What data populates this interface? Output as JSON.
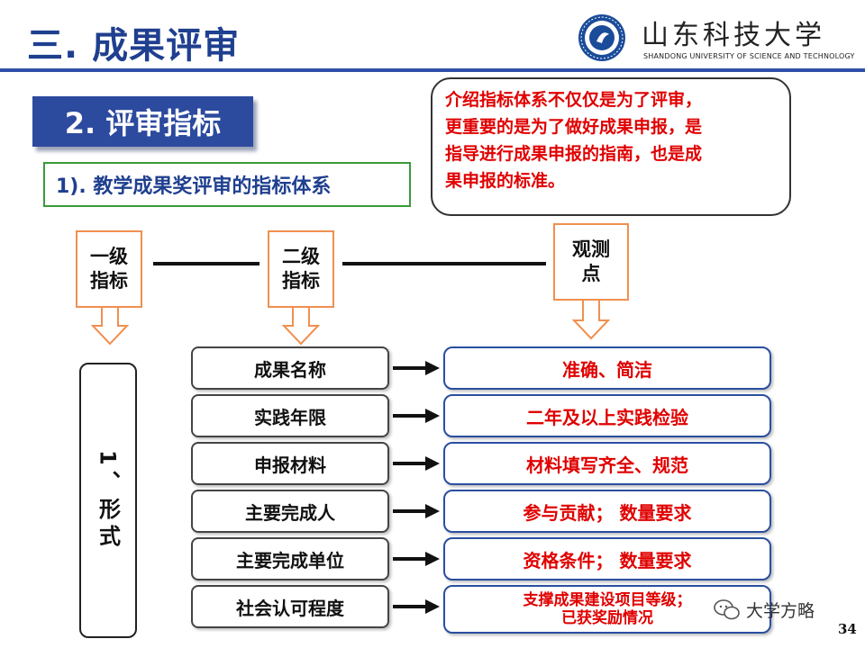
{
  "header": {
    "title": "三. 成果评审",
    "logo_cn": "山东科技大学",
    "logo_en": "SHANDONG UNIVERSITY OF SCIENCE AND TECHNOLOGY",
    "accent_color": "#2c4a9e"
  },
  "section": {
    "heading": "2. 评审指标",
    "subheading": "1). 教学成果奖评审的指标体系"
  },
  "note": {
    "lines": [
      "介绍指标体系不仅仅是为了评审，",
      "更重要的是为了做好成果申报，是",
      "指导进行成果申报的指南，也是成",
      "果申报的标准。"
    ],
    "color": "#e00000"
  },
  "columns": {
    "level1": [
      "一级",
      "指标"
    ],
    "level2": [
      "二级",
      "指标"
    ],
    "observe": [
      "观测",
      "点"
    ]
  },
  "level1_item": "1、形式",
  "rows": [
    {
      "indicator": "成果名称",
      "observation": [
        "准确、简洁"
      ]
    },
    {
      "indicator": "实践年限",
      "observation": [
        "二年及以上实践检验"
      ]
    },
    {
      "indicator": "申报材料",
      "observation": [
        "材料填写齐全、规范"
      ]
    },
    {
      "indicator": "主要完成人",
      "observation": [
        "参与贡献； 数量要求"
      ]
    },
    {
      "indicator": "主要完成单位",
      "observation": [
        "资格条件； 数量要求"
      ]
    },
    {
      "indicator": "社会认可程度",
      "observation": [
        "支撑成果建设项目等级；",
        "已获奖励情况"
      ]
    }
  ],
  "footer": {
    "watermark": "大学方略",
    "page_number": "34"
  }
}
